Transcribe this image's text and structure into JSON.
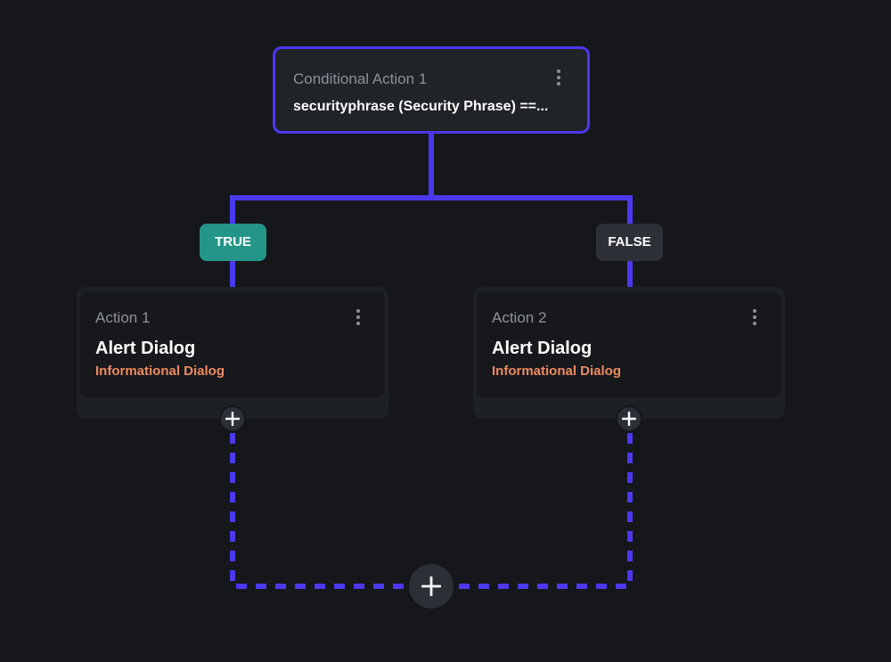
{
  "colors": {
    "background": "#15171b",
    "accent": "#4b39ef",
    "true_badge": "#249689",
    "false_badge": "#2d3137",
    "subtitle": "#ee8b60",
    "muted_text": "#8d9298"
  },
  "conditional": {
    "title": "Conditional Action 1",
    "expression": "securityphrase (Security Phrase) ==...",
    "menu_icon": "more-vertical-icon"
  },
  "branches": {
    "true_label": "TRUE",
    "false_label": "FALSE"
  },
  "actions": [
    {
      "label": "Action 1",
      "name": "Alert Dialog",
      "subtitle": "Informational Dialog",
      "menu_icon": "more-vertical-icon",
      "add_icon": "plus-icon"
    },
    {
      "label": "Action 2",
      "name": "Alert Dialog",
      "subtitle": "Informational Dialog",
      "menu_icon": "more-vertical-icon",
      "add_icon": "plus-icon"
    }
  ],
  "merge": {
    "add_icon": "plus-icon"
  }
}
